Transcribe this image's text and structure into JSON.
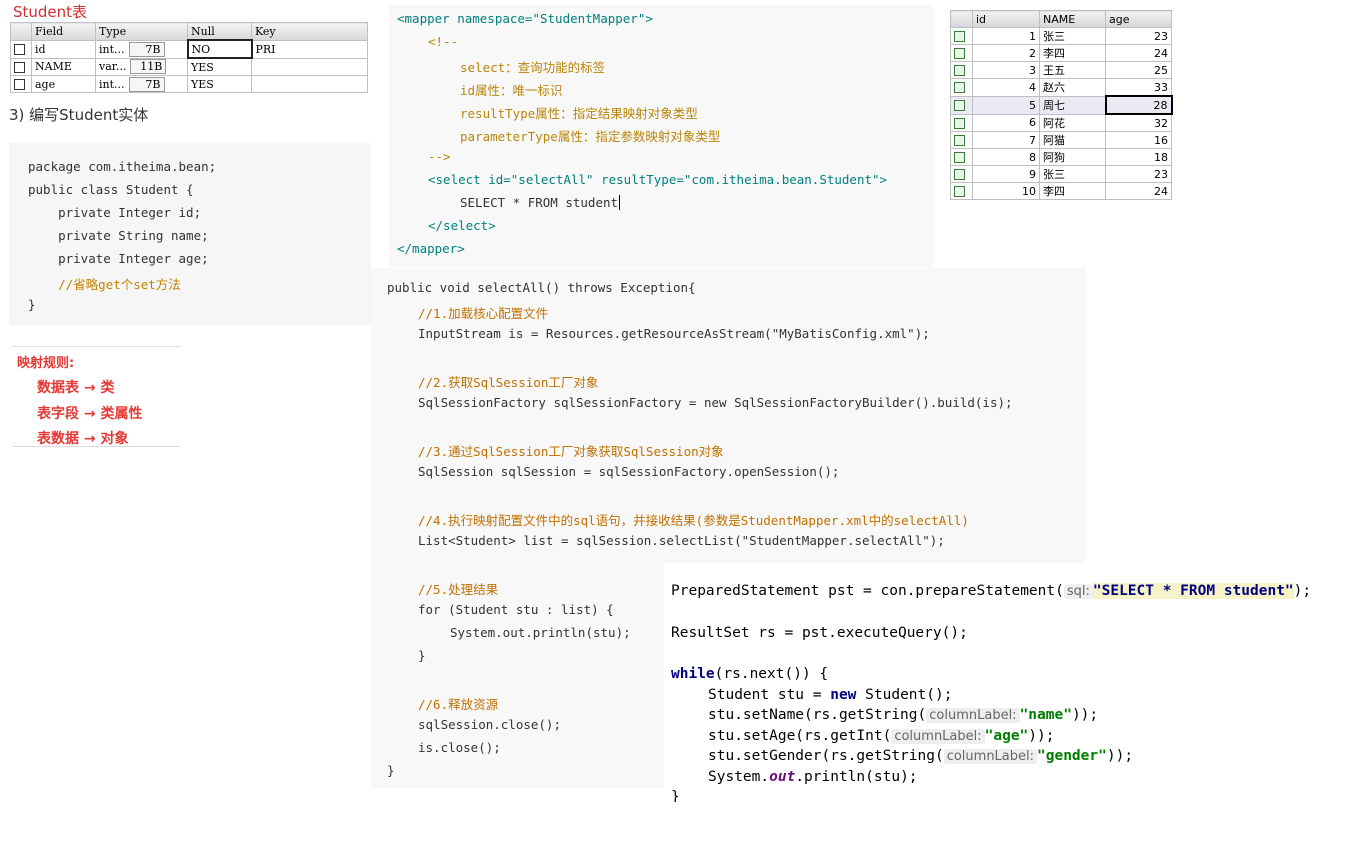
{
  "student_table": {
    "title": "Student表",
    "headers": [
      "Field",
      "Type",
      "Null",
      "Key"
    ],
    "rows": [
      {
        "field": "id",
        "type": "int...",
        "len": "7B",
        "null": "NO",
        "key": "PRI"
      },
      {
        "field": "NAME",
        "type": "var...",
        "len": "11B",
        "null": "YES",
        "key": ""
      },
      {
        "field": "age",
        "type": "int...",
        "len": "7B",
        "null": "YES",
        "key": ""
      }
    ]
  },
  "step3_text": "3) 编写Student实体",
  "bean_code": [
    "package com.itheima.bean;",
    "public class Student {",
    "    private Integer id;",
    "    private String name;",
    "    private Integer age;",
    "    //省略get个set方法",
    "}"
  ],
  "mapping_rules": {
    "title": "映射规则:",
    "items": [
      "数据表 → 类",
      "表字段 → 类属性",
      "表数据 → 对象"
    ]
  },
  "xml_code": {
    "mapper_open": "<mapper namespace=\"StudentMapper\">",
    "comment_open": "<!--",
    "comments": [
      "select：查询功能的标签",
      "id属性：唯一标识",
      "resultType属性：指定结果映射对象类型",
      "parameterType属性：指定参数映射对象类型"
    ],
    "comment_close": "-->",
    "select_open": "<select id=\"selectAll\" resultType=\"com.itheima.bean.Student\">",
    "sql": "SELECT * FROM student",
    "select_close": "</select>",
    "mapper_close": "</mapper>"
  },
  "result_table": {
    "headers": [
      "id",
      "NAME",
      "age"
    ],
    "rows": [
      {
        "id": "1",
        "name": "张三",
        "age": "23"
      },
      {
        "id": "2",
        "name": "李四",
        "age": "24"
      },
      {
        "id": "3",
        "name": "王五",
        "age": "25"
      },
      {
        "id": "4",
        "name": "赵六",
        "age": "33"
      },
      {
        "id": "5",
        "name": "周七",
        "age": "28"
      },
      {
        "id": "6",
        "name": "阿花",
        "age": "32"
      },
      {
        "id": "7",
        "name": "阿猫",
        "age": "16"
      },
      {
        "id": "8",
        "name": "阿狗",
        "age": "18"
      },
      {
        "id": "9",
        "name": "张三",
        "age": "23"
      },
      {
        "id": "10",
        "name": "李四",
        "age": "24"
      }
    ],
    "selected_row": 5
  },
  "java_code": {
    "signature": "public void selectAll() throws Exception{",
    "c1": "//1.加载核心配置文件",
    "l1": "InputStream is = Resources.getResourceAsStream(\"MyBatisConfig.xml\");",
    "c2": "//2.获取SqlSession工厂对象",
    "l2": "SqlSessionFactory sqlSessionFactory = new SqlSessionFactoryBuilder().build(is);",
    "c3": "//3.通过SqlSession工厂对象获取SqlSession对象",
    "l3": "SqlSession sqlSession = sqlSessionFactory.openSession();",
    "c4": "//4.执行映射配置文件中的sql语句，并接收结果(参数是StudentMapper.xml中的selectAll)",
    "l4": "List<Student> list = sqlSession.selectList(\"StudentMapper.selectAll\");",
    "c5": "//5.处理结果",
    "l5a": "for (Student stu : list) {",
    "l5b": "System.out.println(stu);",
    "l5c": "}",
    "c6": "//6.释放资源",
    "l6a": "sqlSession.close();",
    "l6b": "is.close();",
    "end": "}"
  },
  "jdbc_code": {
    "line1_pre": "PreparedStatement pst = con.prepareStatement(",
    "line1_hint": "sql:",
    "line1_str": "\"SELECT * FROM student\"",
    "line1_post": ");",
    "line2": "ResultSet rs = pst.executeQuery();",
    "while_kw": "while",
    "while_rest": "(rs.next()) {",
    "l3_pre": "Student stu = ",
    "new_kw": "new",
    "l3_post": " Student();",
    "l4_pre": "stu.setName(rs.getString(",
    "hint_col": "columnLabel:",
    "l4_str": "\"name\"",
    "l4_post": "));",
    "l5_pre": "stu.setAge(rs.getInt(",
    "l5_str": "\"age\"",
    "l5_post": "));",
    "l6_pre": "stu.setGender(rs.getString(",
    "l6_str": "\"gender\"",
    "l6_post": "));",
    "l7_pre": "System.",
    "l7_out": "out",
    "l7_post": ".println(stu);",
    "close": "}"
  }
}
